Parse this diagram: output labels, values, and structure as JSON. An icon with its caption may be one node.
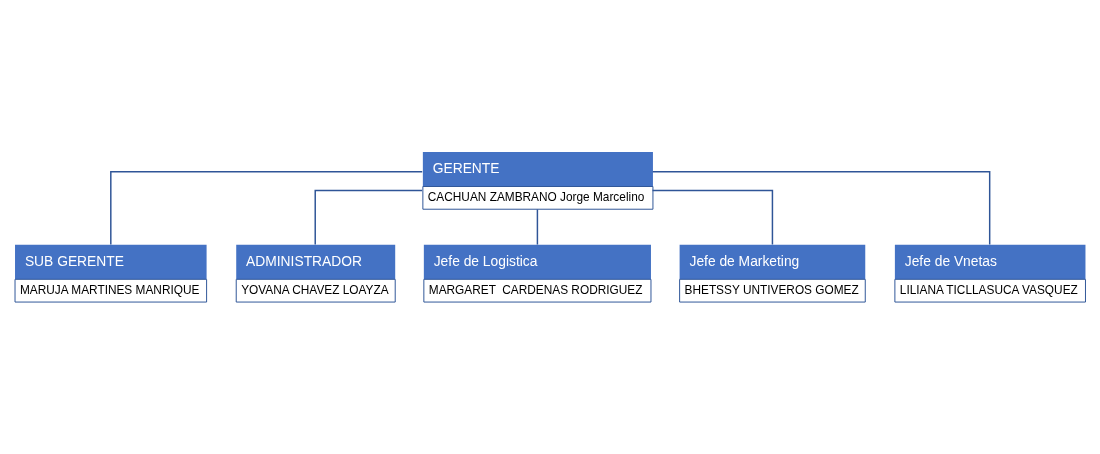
{
  "diagram": {
    "nodes": [
      {
        "text": [
          "GERENTE",
          "CACHUAN ZAMBRANO Jorge Marcelino"
        ]
      },
      {
        "text": [
          "SUB GERENTE",
          "MARUJA MARTINES MANRIQUE"
        ]
      },
      {
        "text": [
          "ADMINISTRADOR",
          "YOVANA CHAVEZ LOAYZA"
        ]
      },
      {
        "text": [
          "Jefe de Logistica",
          "MARGARET  CARDENAS RODRIGUEZ"
        ]
      },
      {
        "text": [
          "Jefe de Marketing",
          "BHETSSY UNTIVEROS GOMEZ"
        ]
      },
      {
        "text": [
          "Jefe de Vnetas",
          "LILIANA TICLLASUCA VASQUEZ"
        ]
      }
    ],
    "edges": [
      {
        "from": 0,
        "to": 1,
        "arrow": "none"
      },
      {
        "from": 0,
        "to": 2,
        "arrow": "none"
      },
      {
        "from": 0,
        "to": 3,
        "arrow": "none"
      },
      {
        "from": 0,
        "to": 4,
        "arrow": "none"
      },
      {
        "from": 0,
        "to": 5,
        "arrow": "none"
      }
    ]
  }
}
